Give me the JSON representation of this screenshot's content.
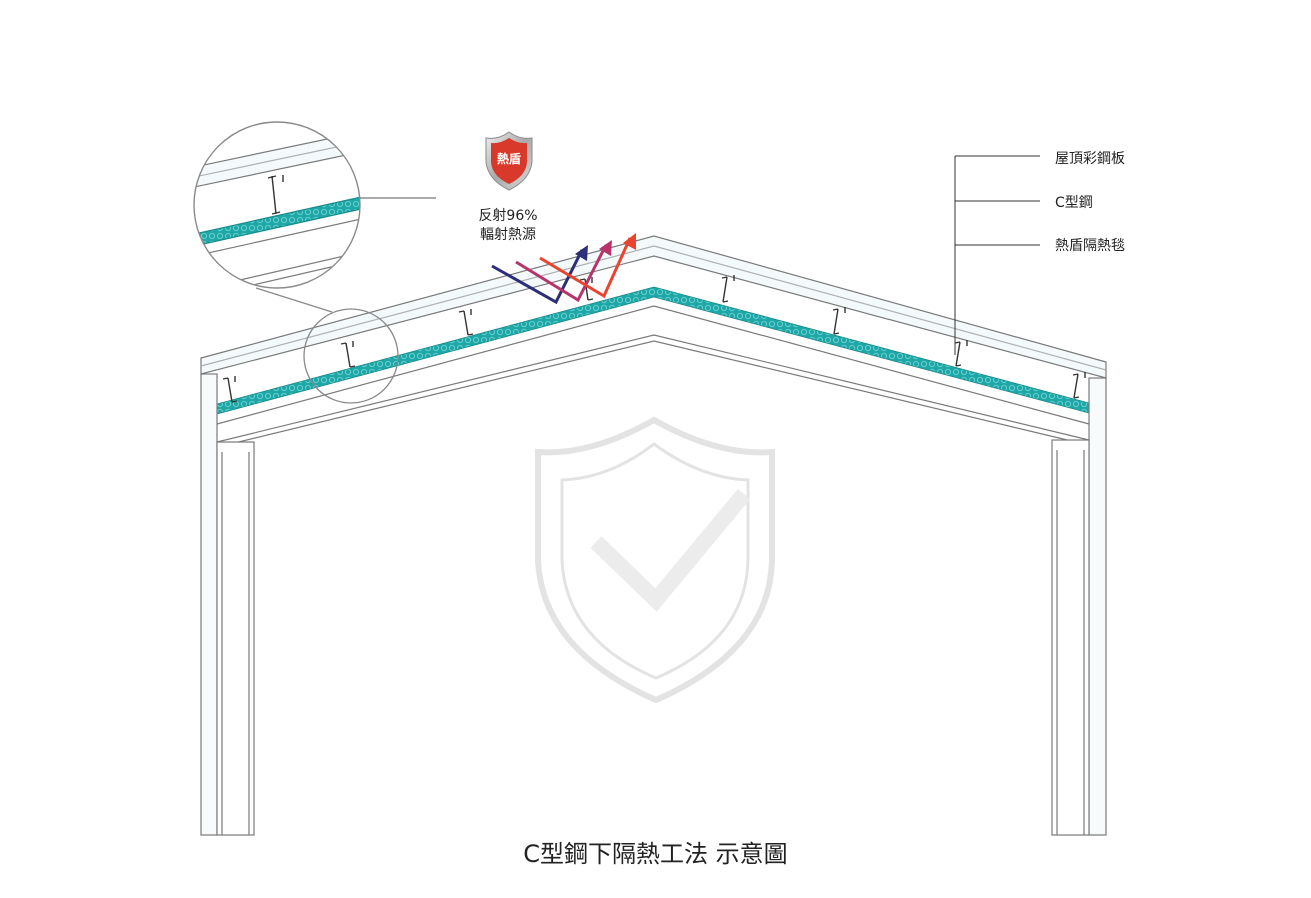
{
  "diagram": {
    "title": "C型鋼下隔熱工法 示意圖",
    "badge": {
      "text": "熱盾",
      "icon": "shield-icon",
      "colors": {
        "red": "#d8392b",
        "silver": "#b5b5b5"
      }
    },
    "reflect_text": {
      "line1": "反射96%",
      "line2": "輻射熱源"
    },
    "callouts": [
      {
        "label": "屋頂彩鋼板"
      },
      {
        "label": "C型鋼"
      },
      {
        "label": "熱盾隔熱毯"
      }
    ],
    "colors": {
      "insulation": "#1fa8a8",
      "arrow_navy": "#2b2f7a",
      "arrow_magenta": "#b8336a",
      "arrow_red": "#e8442e"
    }
  }
}
